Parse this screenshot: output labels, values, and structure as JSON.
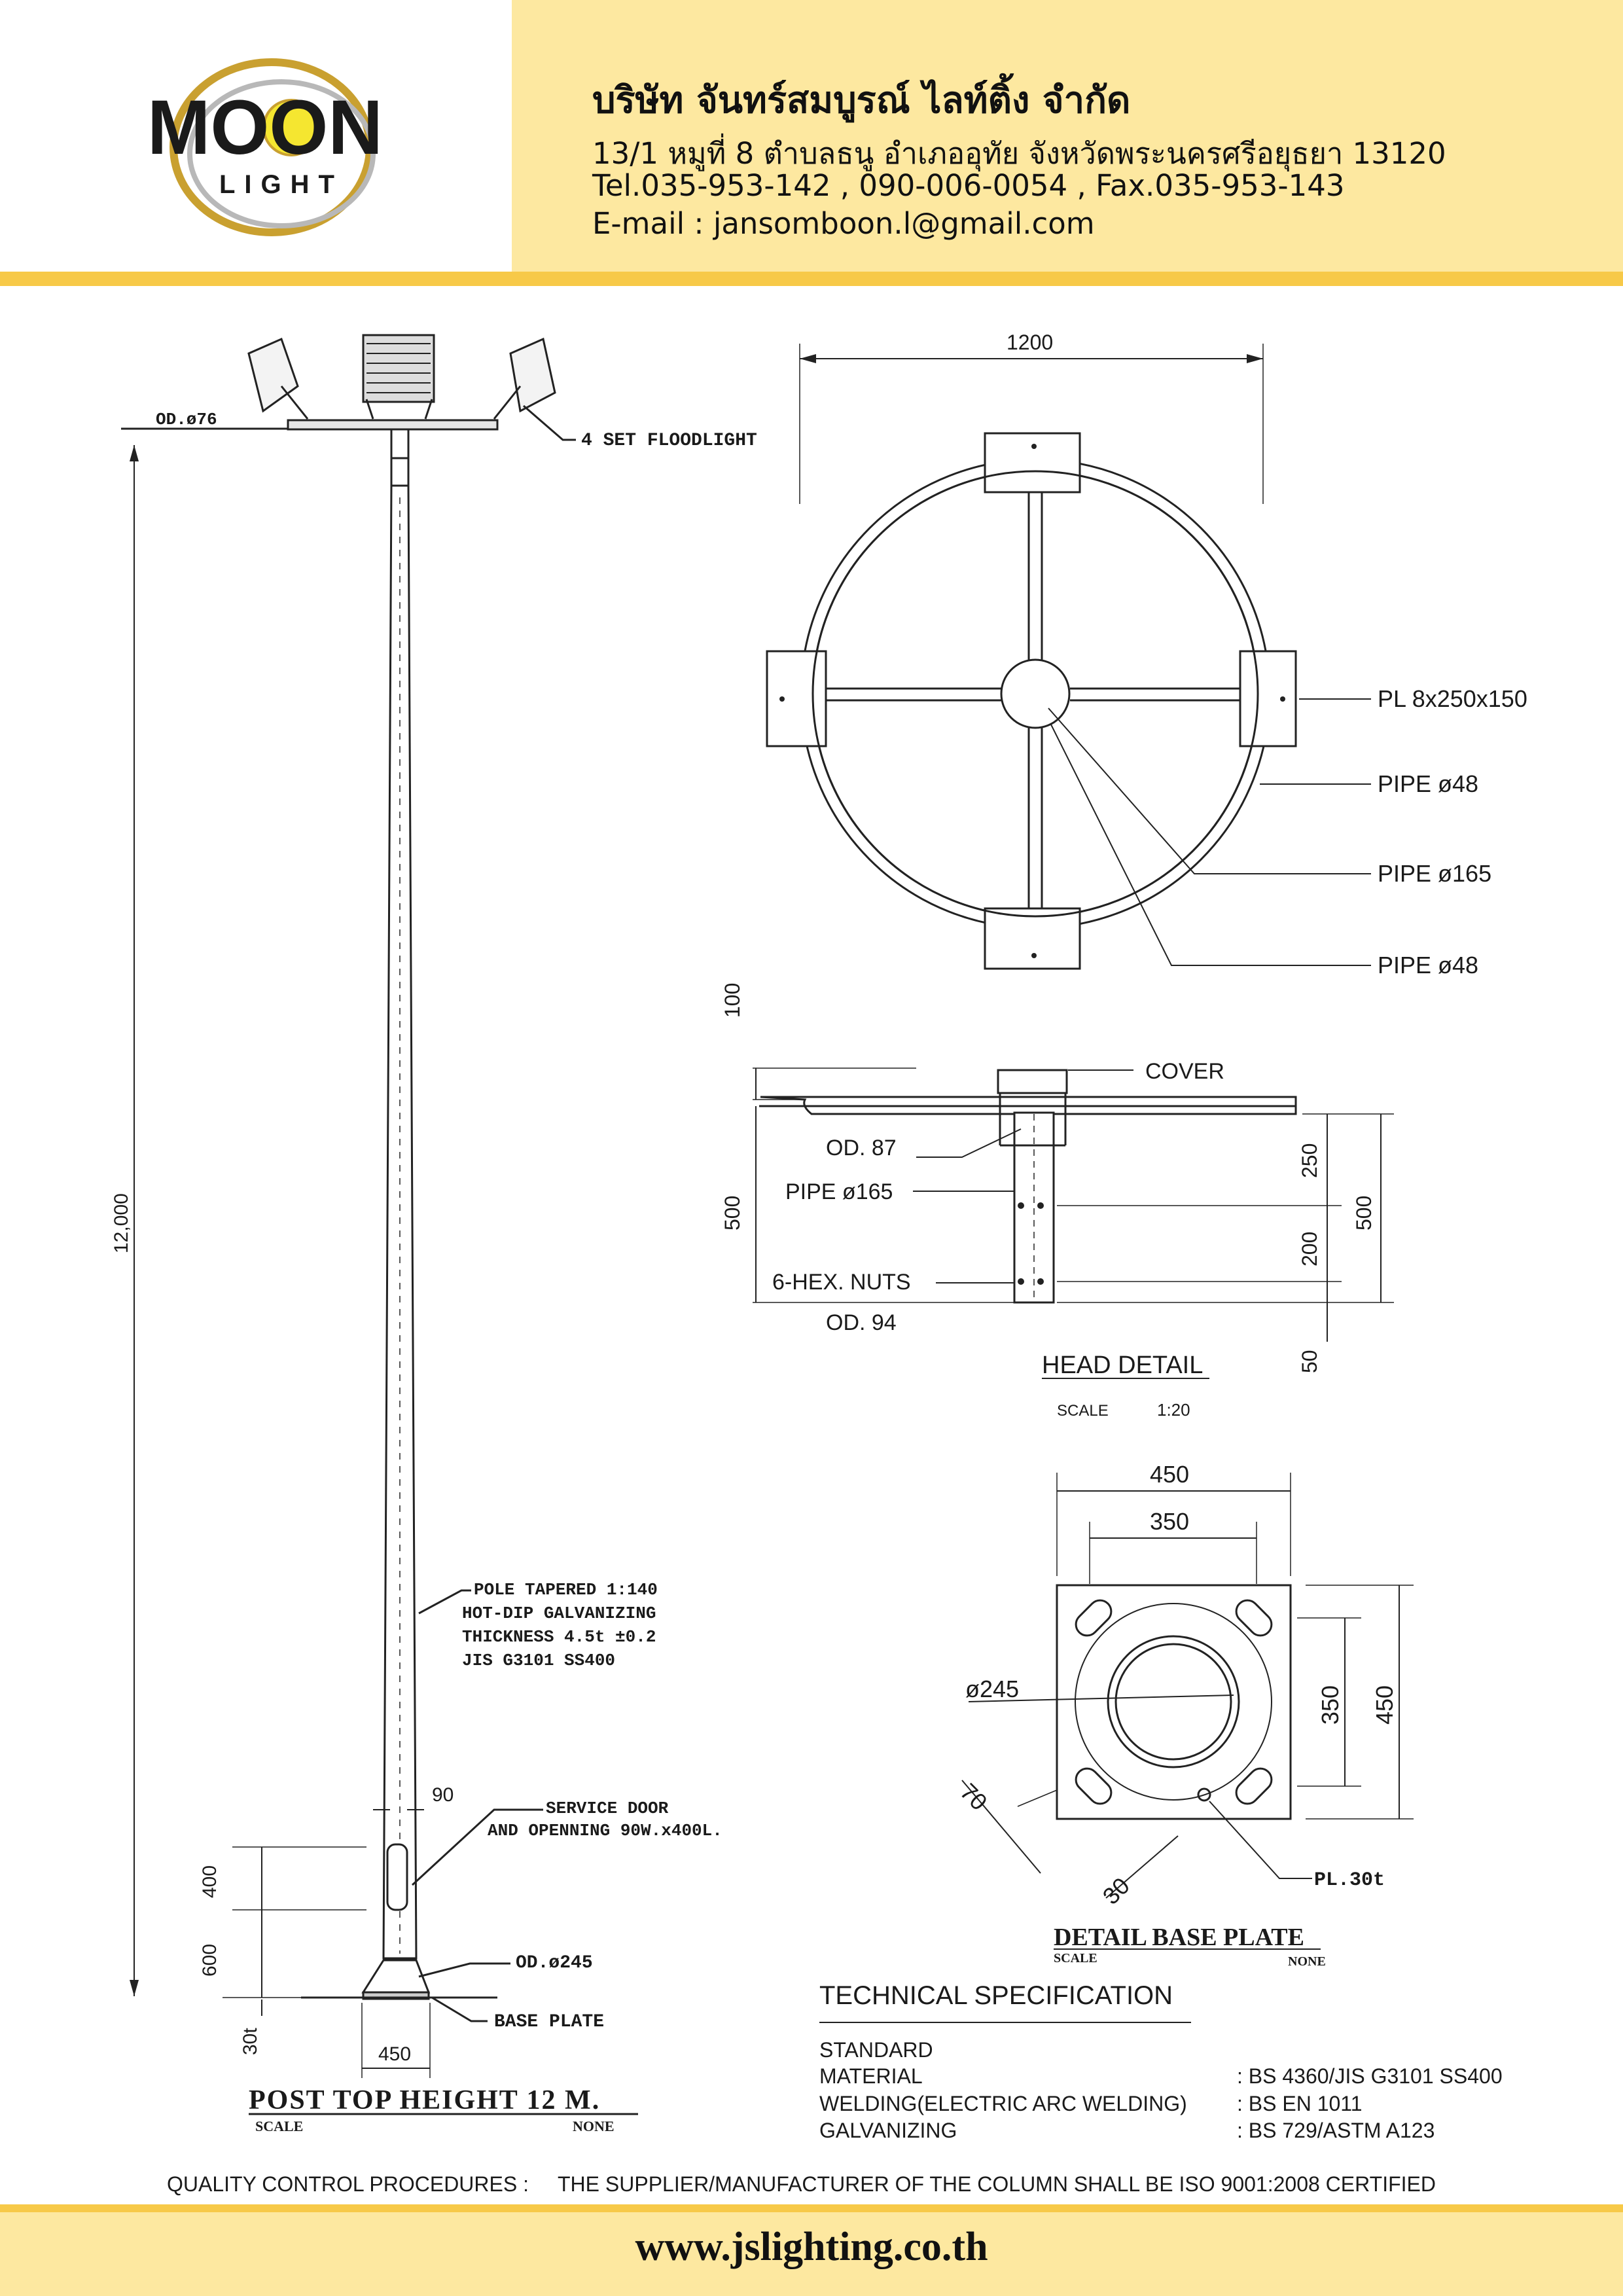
{
  "header": {
    "company_name": "บริษัท จันทร์สมบูรณ์ ไลท์ติ้ง จำกัด",
    "address": "13/1 หมูที่ 8 ตำบลธนู อำเภออุทัย จังหวัดพระนครศรีอยุธยา 13120",
    "phone": "Tel.035-953-142 , 090-006-0054 , Fax.035-953-143",
    "email": "E-mail : jansomboon.l@gmail.com",
    "logo": {
      "word_main": "MOON",
      "word_sub": "LIGHT"
    }
  },
  "pole_drawing": {
    "od_top": "OD.ø76",
    "floodlight_label": "4 SET FLOODLIGHT",
    "height_dim": "12,000",
    "pole_notes": [
      "POLE TAPERED 1:140",
      "HOT-DIP GALVANIZING",
      "THICKNESS 4.5t ±0.2",
      "JIS G3101 SS400"
    ],
    "door_width": "90",
    "service_door": [
      "SERVICE DOOR",
      "AND OPENNING 90W.x400L."
    ],
    "dim_400": "400",
    "dim_600": "600",
    "od_base": "OD.ø245",
    "base_plate_label": "BASE PLATE",
    "dim_30t": "30t",
    "dim_450": "450",
    "title": "POST TOP HEIGHT 12 M.",
    "scale_label": "SCALE",
    "scale_value": "NONE"
  },
  "head_top_view": {
    "width_dim": "1200",
    "labels": [
      "PL 8x250x150",
      "PIPE ø48",
      "PIPE ø165",
      "PIPE ø48"
    ]
  },
  "head_detail": {
    "dim_100": "100",
    "cover": "COVER",
    "od87": "OD. 87",
    "pipe165": "PIPE ø165",
    "dim_500_left": "500",
    "hex_nuts": "6-HEX. NUTS",
    "od94": "OD. 94",
    "dim_250": "250",
    "dim_200": "200",
    "dim_50": "50",
    "dim_500_right": "500",
    "title": "HEAD DETAIL",
    "scale_label": "SCALE",
    "scale_value": "1:20"
  },
  "base_plate_detail": {
    "dim_450_top": "450",
    "dim_350_top": "350",
    "dia245": "ø245",
    "dim_350_side": "350",
    "dim_450_side": "450",
    "dim_70": "70",
    "dim_30": "30",
    "pl30t": "PL.30t",
    "title": "DETAIL BASE PLATE",
    "scale_label": "SCALE",
    "scale_value": "NONE"
  },
  "tech_spec": {
    "title": "TECHNICAL SPECIFICATION",
    "rows": [
      {
        "label": "STANDARD",
        "value": ""
      },
      {
        "label": "MATERIAL",
        "value": ": BS 4360/JIS G3101 SS400"
      },
      {
        "label": "WELDING(ELECTRIC ARC WELDING)",
        "value": ": BS EN 1011"
      },
      {
        "label": "GALVANIZING",
        "value": ": BS 729/ASTM A123"
      }
    ]
  },
  "quality": {
    "label": "QUALITY CONTROL PROCEDURES  :",
    "text": "THE SUPPLIER/MANUFACTURER OF THE COLUMN SHALL BE ISO 9001:2008 CERTIFIED"
  },
  "footer": {
    "website": "www.jslighting.co.th"
  },
  "colors": {
    "header_band": "#fde8a0",
    "header_line": "#f7c948",
    "logo_gold": "#c9a030",
    "logo_yellow": "#f5e630"
  }
}
